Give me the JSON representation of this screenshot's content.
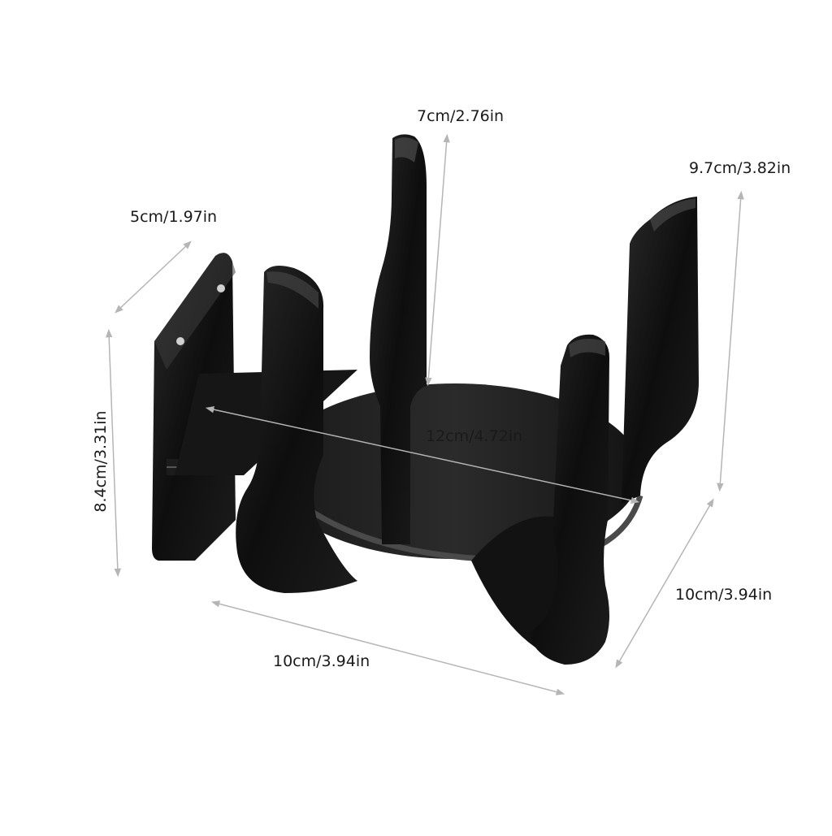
{
  "product": {
    "description_icon": "acrylic-stand-icon",
    "colors": {
      "acrylic": "#111111",
      "acrylic_edge": "#3a3a3a",
      "dimension_line": "#bdbdbd",
      "background": "#ffffff"
    }
  },
  "dimensions": {
    "top_prong_height": "7cm/2.76in",
    "right_prong_height": "9.7cm/3.82in",
    "mount_plate_width": "5cm/1.97in",
    "base_diameter": "12cm/4.72in",
    "overall_height": "8.4cm/3.31in",
    "depth": "10cm/3.94in",
    "width": "10cm/3.94in"
  }
}
